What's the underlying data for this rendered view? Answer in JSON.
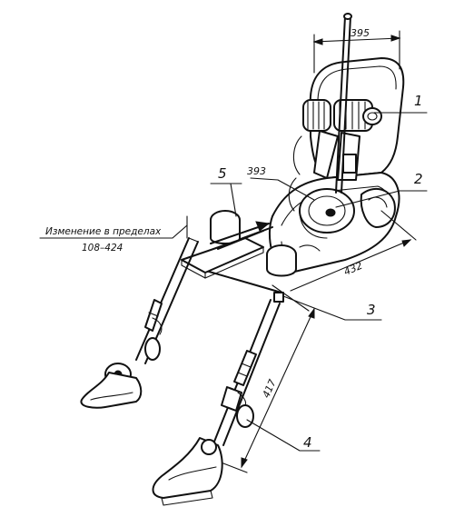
{
  "callouts": {
    "c1": "1",
    "c2": "2",
    "c3": "3",
    "c4": "4",
    "c5": "5"
  },
  "dimensions": {
    "width_top": "395",
    "d393": "393",
    "d432": "432",
    "d417": "417"
  },
  "note": {
    "line1": "Изменение в пределах",
    "line2": "108–424"
  }
}
